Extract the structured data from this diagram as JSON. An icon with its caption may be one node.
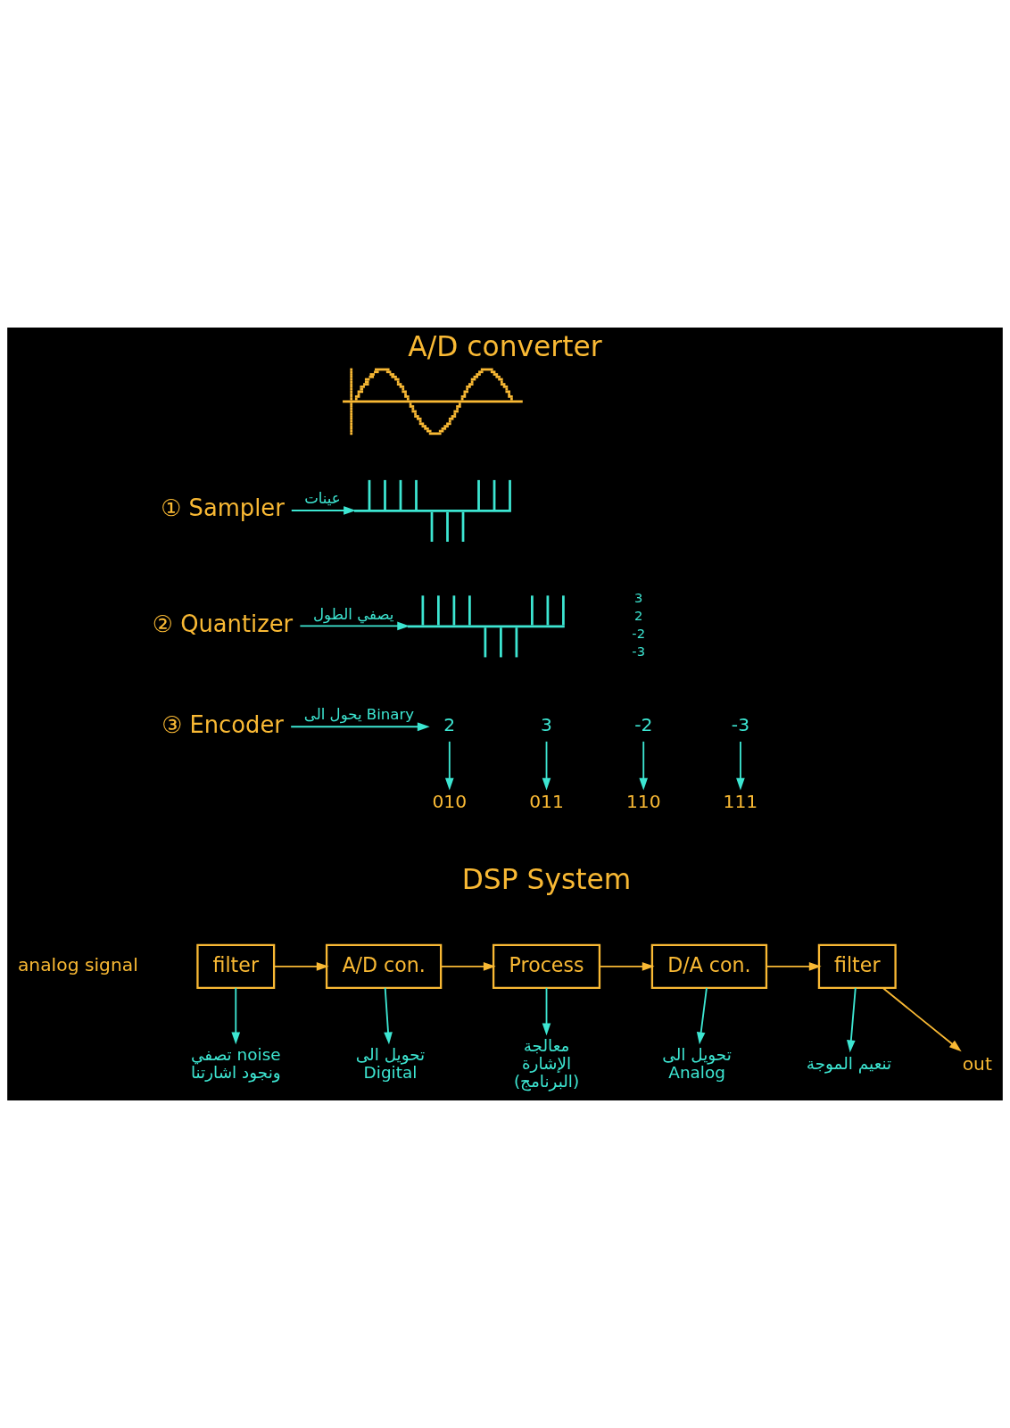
{
  "diagram": {
    "title": "A/D converter",
    "nodes": [
      {
        "text": [],
        "shape": "picture"
      },
      {
        "text": [
          "① Sampler"
        ]
      },
      {
        "text": [],
        "shape": "picture"
      },
      {
        "text": [
          "② Quantizer"
        ]
      },
      {
        "text": [],
        "shape": "picture"
      },
      {
        "text": [
          "③ Encoder"
        ]
      },
      {
        "text": [
          "2"
        ]
      },
      {
        "text": [
          "3"
        ]
      },
      {
        "text": [
          "-2"
        ]
      },
      {
        "text": [
          "-3"
        ]
      },
      {
        "text": [
          "010"
        ]
      },
      {
        "text": [
          "011"
        ]
      },
      {
        "text": [
          "110"
        ]
      },
      {
        "text": [
          "111"
        ]
      },
      {
        "text": [
          "filter"
        ]
      },
      {
        "text": [
          "A/D con."
        ]
      },
      {
        "text": [
          "Process"
        ]
      },
      {
        "text": [
          "D/A con."
        ]
      },
      {
        "text": [
          "filter"
        ]
      },
      {
        "text": [
          "out"
        ]
      },
      {
        "text": [
          "تصفي noise ونجود اشارتنا"
        ]
      },
      {
        "text": [
          "تحويل الى Digital"
        ]
      },
      {
        "text": [
          "معالجة الإشارة (البرنامج)"
        ]
      },
      {
        "text": [
          "تحويل الى Analog"
        ]
      },
      {
        "text": [
          "تنعيم الموجة"
        ]
      }
    ],
    "edges": [
      {
        "from": 1,
        "to": 2,
        "arrow": "to",
        "label": "عينات"
      },
      {
        "from": 3,
        "to": 4,
        "arrow": "to",
        "label": "يصفي الطول"
      },
      {
        "from": 5,
        "to": 6,
        "arrow": "to",
        "label": "يحول الى Binary"
      },
      {
        "from": 6,
        "to": 10,
        "arrow": "to"
      },
      {
        "from": 7,
        "to": 11,
        "arrow": "to"
      },
      {
        "from": 8,
        "to": 12,
        "arrow": "to"
      },
      {
        "from": 9,
        "to": 13,
        "arrow": "to"
      },
      {
        "from": 14,
        "to": 15,
        "arrow": "to",
        "color": "#f9b934"
      },
      {
        "from": 15,
        "to": 16,
        "arrow": "to",
        "color": "#f9b934"
      },
      {
        "from": 16,
        "to": 17,
        "arrow": "to",
        "color": "#f9b934"
      },
      {
        "from": 17,
        "to": 18,
        "arrow": "to",
        "color": "#f9b934"
      },
      {
        "from": 18,
        "to": 19,
        "arrow": "to",
        "color": "#f9b934"
      },
      {
        "from": 14,
        "to": 20,
        "arrow": "to"
      },
      {
        "from": 15,
        "to": 21,
        "arrow": "to"
      },
      {
        "from": 16,
        "to": 22,
        "arrow": "to"
      },
      {
        "from": 17,
        "to": 23,
        "arrow": "to"
      },
      {
        "from": 18,
        "to": 24,
        "arrow": "to"
      }
    ],
    "labels": [
      "3",
      "2",
      "-2",
      "-3",
      "DSP System",
      "analog signal"
    ]
  }
}
